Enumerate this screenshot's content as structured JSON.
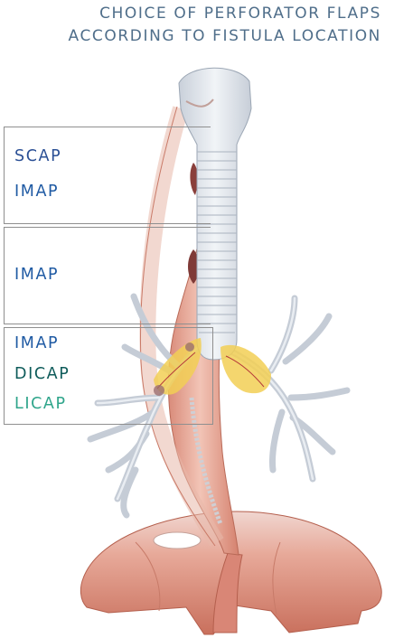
{
  "title": {
    "line1": "CHOICE OF PERFORATOR FLAPS",
    "line2": "ACCORDING TO FISTULA LOCATION"
  },
  "zones": [
    {
      "labels": [
        "SCAP",
        "IMAP"
      ]
    },
    {
      "labels": [
        "IMAP"
      ]
    },
    {
      "labels": [
        "IMAP",
        "DICAP",
        "LICAP"
      ]
    }
  ],
  "colors": {
    "scap": "#2a4f95",
    "imap": "#1f5aa3",
    "dicap": "#0e5b5a",
    "licap": "#2fa58b",
    "title": "#4f6e8a",
    "muscle": "#e7a999",
    "cartilage": "#d9dfe7",
    "fat": "#f2cf55"
  },
  "icons": [
    "trachea-illustration",
    "esophagus-illustration",
    "bronchial-tree-illustration",
    "diaphragm-illustration"
  ]
}
